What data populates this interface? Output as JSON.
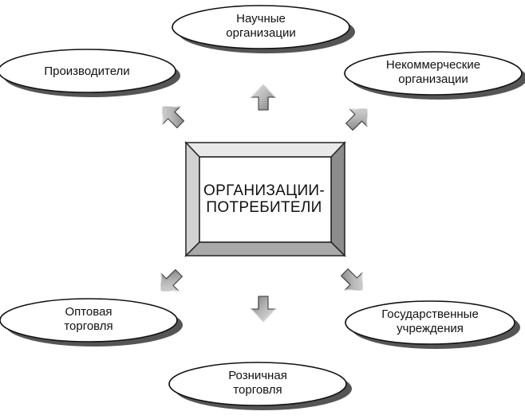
{
  "center": {
    "line1": "ОРГАНИЗАЦИИ-",
    "line2": "ПОТРЕБИТЕЛИ"
  },
  "nodes": {
    "scientific": {
      "line1": "Научные",
      "line2": "организации"
    },
    "producers": {
      "line1": "Производители"
    },
    "nonprofit": {
      "line1": "Некоммерческие",
      "line2": "организации"
    },
    "wholesale": {
      "line1": "Оптовая",
      "line2": "торговля"
    },
    "government": {
      "line1": "Государственные",
      "line2": "учреждения"
    },
    "retail": {
      "line1": "Розничная",
      "line2": "торговля"
    }
  },
  "colors": {
    "ellipse_fill": "#ffffff",
    "shadow": "#555555",
    "frame_light": "#e6e6e6",
    "frame_dark": "#9a9a9a",
    "arrow_light": "#d9d9d9",
    "arrow_dark": "#8a8a8a"
  }
}
